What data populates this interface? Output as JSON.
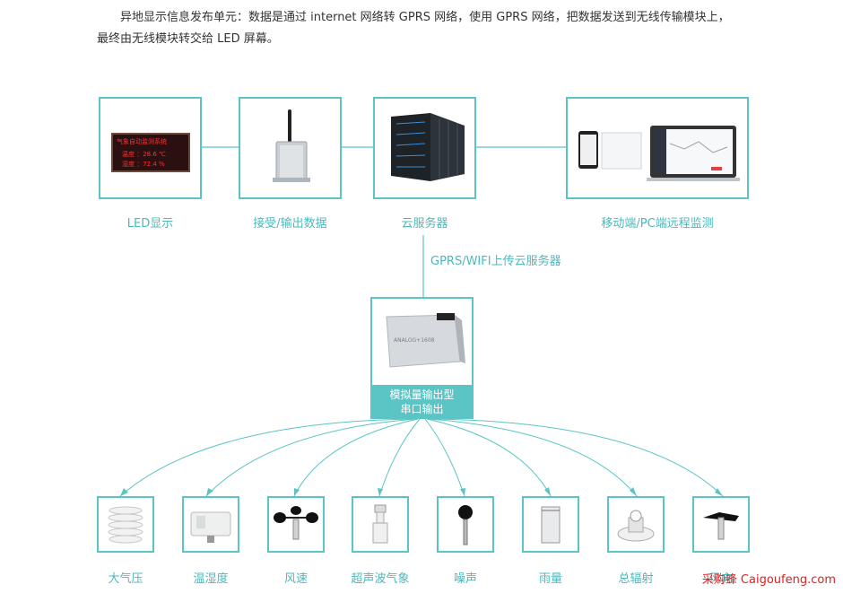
{
  "intro": {
    "line1": "异地显示信息发布单元：数据是通过 internet 网络转 GPRS 网络，使用 GPRS 网络，把数据发送到无线传输模块上，",
    "line2": "最终由无线模块转交给 LED 屏幕。"
  },
  "top_nodes": [
    {
      "label": "LED显示"
    },
    {
      "label": "接受/输出数据"
    },
    {
      "label": "云服务器"
    },
    {
      "label": "移动端/PC端远程监测"
    }
  ],
  "led_screen": {
    "title": "气象自动监测系统",
    "row1": "温度 ：28.6 ℃",
    "row2": "湿度 ：72.4 %"
  },
  "link_label": "GPRS/WIFI上传云服务器",
  "hub": {
    "line1": "模拟量输出型",
    "line2": "串口输出",
    "device_text": "ANALOG+1608"
  },
  "sensors": [
    {
      "label": "大气压"
    },
    {
      "label": "温湿度"
    },
    {
      "label": "风速"
    },
    {
      "label": "超声波气象"
    },
    {
      "label": "噪声"
    },
    {
      "label": "雨量"
    },
    {
      "label": "总辐射"
    },
    {
      "label": "风向"
    }
  ],
  "watermark": "采购蜂 Caigoufeng.com",
  "colors": {
    "accent": "#5bc4c4",
    "caption": "#4cb8bc",
    "watermark": "#e02020"
  }
}
